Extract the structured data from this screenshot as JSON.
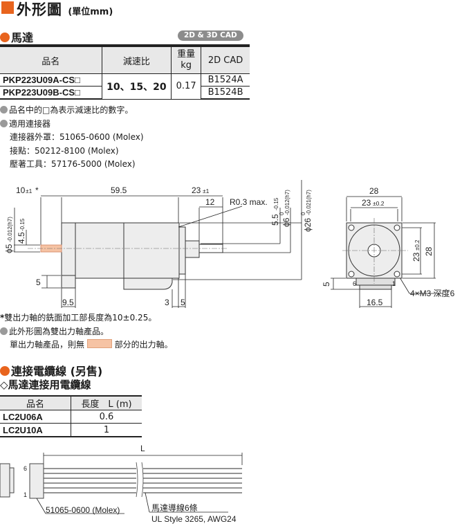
{
  "header": {
    "title": "外形圖",
    "unit": "(單位mm)",
    "accent": "#e8641e"
  },
  "motor_section": {
    "title": "馬達",
    "cad_badge": "2D & 3D CAD"
  },
  "spec_table": {
    "headers": {
      "model": "品名",
      "ratio": "減速比",
      "mass_line1": "重量",
      "mass_line2": "kg",
      "cad": "2D CAD"
    },
    "rows": [
      {
        "model": "PKP223U09A-CS□",
        "cad": "B1524A"
      },
      {
        "model": "PKP223U09B-CS□",
        "cad": "B1524B"
      }
    ],
    "ratio": "10、15、20",
    "mass": "0.17"
  },
  "notes": {
    "n1": "品名中的□為表示減速比的數字。",
    "n2": "適用連接器",
    "n3": "連接器外罩：51065-0600 (Molex)",
    "n4": "接點：50212-8100 (Molex)",
    "n5": "壓著工具：57176-5000 (Molex)"
  },
  "drawing": {
    "d_10": "10",
    "d_10_tol": "±1",
    "d_10_star": "*",
    "d_59_5": "59.5",
    "d_23": "23",
    "d_23_tol": "±1",
    "d_12": "12",
    "d_r03": "R0.3 max.",
    "d_55": "5.5",
    "d_55_tol": "-0.15",
    "d_phi6": "ϕ6",
    "d_phi6_tol": "-0.012(h7)",
    "d_phi26": "ϕ26",
    "d_phi26_tol": "-0.021(h7)",
    "d_zero": "0",
    "d_phi5": "ϕ5",
    "d_phi5_tol": "-0.012(h7)",
    "d_45": "4.5",
    "d_45_tol": "-0.15",
    "d_5": "5",
    "d_9_5": "9.5",
    "d_3": "3",
    "d_28": "28",
    "d_23b": "23",
    "d_23b_tol": "±0.2",
    "d_16_5": "16.5",
    "d_6": "6",
    "d_1": "1",
    "d_4m3": "4×M3 深度6"
  },
  "notes2": {
    "n1": "雙出力軸的銑面加工部長度為10±0.25。",
    "n1_mark": "*",
    "n2": "此外形圖為雙出力軸產品。",
    "n3a": "單出力軸產品，則無",
    "n3b": "部分的出力軸。"
  },
  "cable_section": {
    "title": "連接電纜線 (另售)",
    "subtitle": "◇馬達連接用電纜線"
  },
  "cable_table": {
    "headers": {
      "model": "品名",
      "length": "長度　L (m)"
    },
    "rows": [
      {
        "model": "LC2U06A",
        "length": "0.6"
      },
      {
        "model": "LC2U10A",
        "length": "1"
      }
    ]
  },
  "cable_drawing": {
    "L": "L",
    "pin6": "6",
    "pin1": "1",
    "connector": "51065-0600 (Molex)",
    "lead": "馬達導線6條",
    "style": "UL Style 3265, AWG24"
  }
}
